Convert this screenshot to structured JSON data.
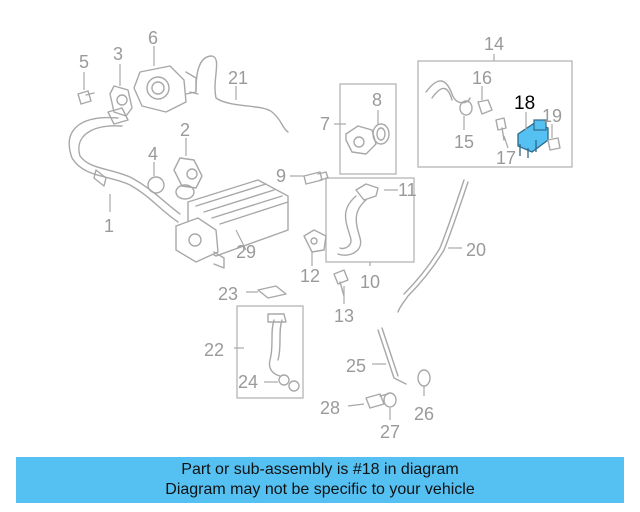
{
  "diagram": {
    "callouts": [
      "1",
      "2",
      "3",
      "4",
      "5",
      "6",
      "7",
      "8",
      "9",
      "10",
      "11",
      "12",
      "13",
      "14",
      "15",
      "16",
      "17",
      "18",
      "19",
      "20",
      "21",
      "22",
      "23",
      "24",
      "25",
      "26",
      "27",
      "28",
      "29"
    ],
    "highlighted_part": "18",
    "highlight_color": "#55c1f3"
  },
  "banner": {
    "line1": "Part or sub-assembly is #18 in diagram",
    "line2": "Diagram may not be specific to your vehicle",
    "background": "#55c1f3"
  }
}
